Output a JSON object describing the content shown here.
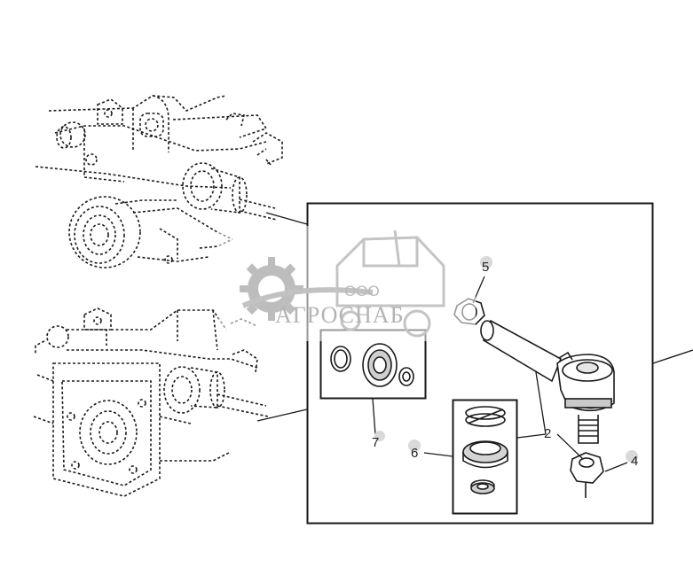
{
  "callouts": {
    "c2": "2",
    "c4": "4",
    "c5": "5",
    "c6": "6",
    "c7": "7"
  },
  "watermark": {
    "prefix": "ООО",
    "name": "АГРОСНАБ"
  },
  "colors": {
    "line": "#1a1a1a",
    "callout_dot": "#d9d9d9",
    "watermark": "#b8b8b8"
  }
}
